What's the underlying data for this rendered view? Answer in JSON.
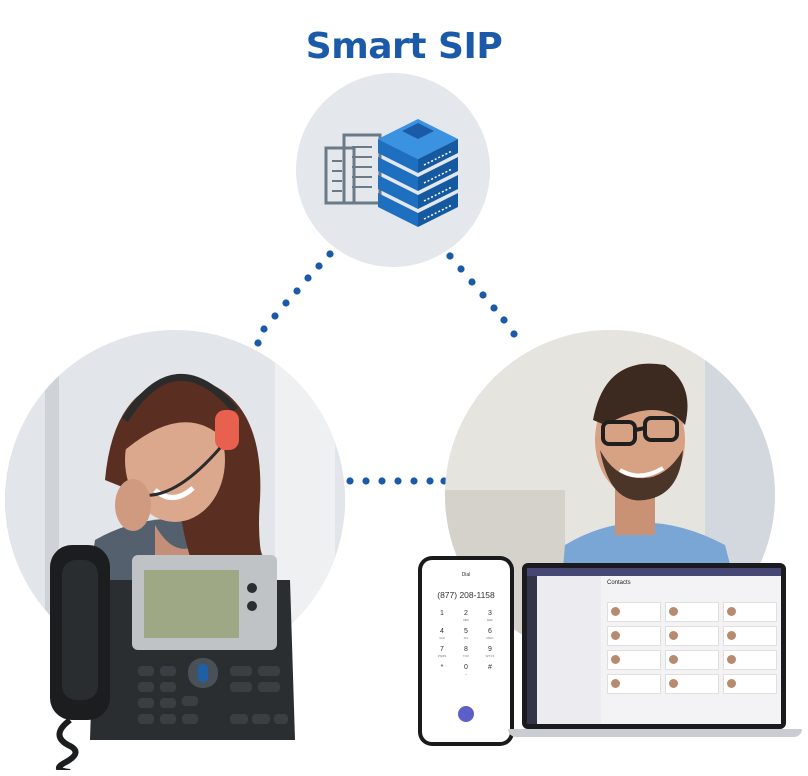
{
  "title": "Smart SIP",
  "mobile": {
    "header": "Dial",
    "number": "(877) 208-1158",
    "keys": [
      {
        "digit": "1",
        "letters": ""
      },
      {
        "digit": "2",
        "letters": "ABC"
      },
      {
        "digit": "3",
        "letters": "DEF"
      },
      {
        "digit": "4",
        "letters": "GHI"
      },
      {
        "digit": "5",
        "letters": "JKL"
      },
      {
        "digit": "6",
        "letters": "MNO"
      },
      {
        "digit": "7",
        "letters": "PQRS"
      },
      {
        "digit": "8",
        "letters": "TUV"
      },
      {
        "digit": "9",
        "letters": "WXYZ"
      },
      {
        "digit": "*",
        "letters": ""
      },
      {
        "digit": "0",
        "letters": "+"
      },
      {
        "digit": "#",
        "letters": ""
      }
    ]
  },
  "laptop": {
    "panel_title": "Contacts"
  },
  "colors": {
    "title": "#1a5aa8",
    "dots": "#1a5aa8",
    "server": "#1f6fc0",
    "building": "#6c7a88"
  },
  "icons": [
    "building-icon",
    "server-stack-icon",
    "headset-icon",
    "desk-phone-icon",
    "smartphone-icon",
    "laptop-icon"
  ]
}
